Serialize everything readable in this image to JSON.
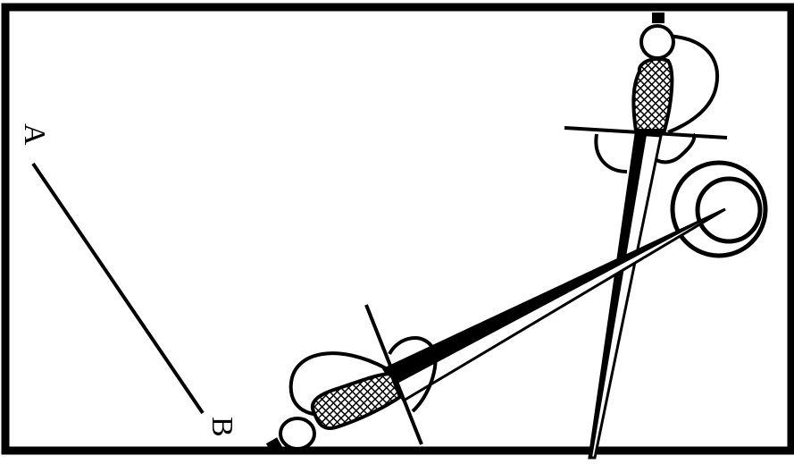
{
  "diagram": {
    "points": {
      "a": "A",
      "b": "B"
    }
  },
  "colors": {
    "ink": "#000000",
    "paper": "#ffffff"
  },
  "figures": [
    "sword-upright",
    "sword-diagonal",
    "target-ring",
    "line-ab"
  ]
}
